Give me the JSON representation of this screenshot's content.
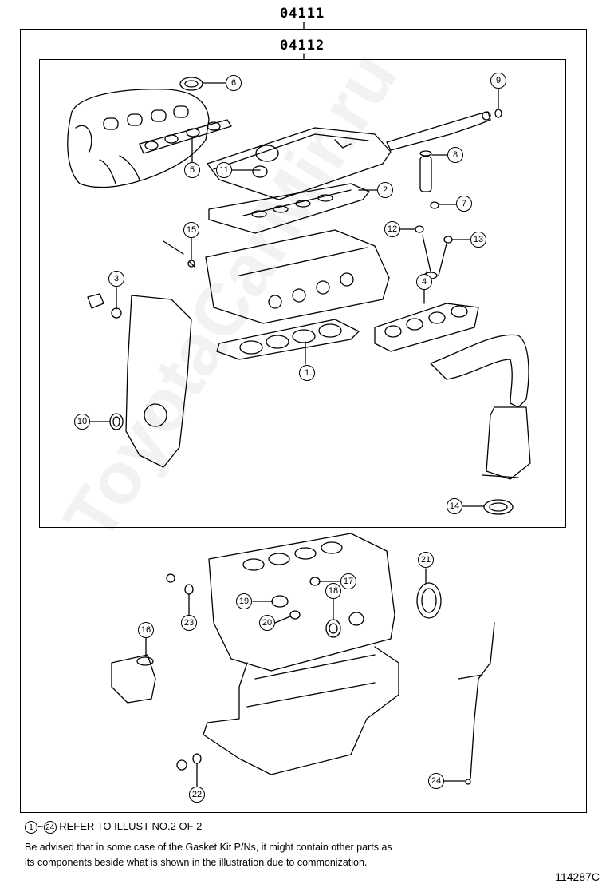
{
  "header": {
    "outer_code": "04111",
    "inner_code": "04112"
  },
  "callouts": {
    "c1": "1",
    "c2": "2",
    "c3": "3",
    "c4": "4",
    "c5": "5",
    "c6": "6",
    "c7": "7",
    "c8": "8",
    "c9": "9",
    "c10": "10",
    "c11": "11",
    "c12": "12",
    "c13": "13",
    "c14": "14",
    "c15": "15",
    "c16": "16",
    "c17": "17",
    "c18": "18",
    "c19": "19",
    "c20": "20",
    "c21": "21",
    "c22": "22",
    "c23": "23",
    "c24": "24"
  },
  "footer": {
    "range_start": "1",
    "range_sep": "~",
    "range_end": "24",
    "refer_text": "REFER TO ILLUST NO.2 OF 2",
    "note_line1": "Be advised that in some case of the Gasket Kit P/Ns,  it might contain other parts as",
    "note_line2": "its components beside what is shown in the illustration due to commonization.",
    "illustration_id": "114287C"
  },
  "watermark": "ToyotaCarMir.ru"
}
